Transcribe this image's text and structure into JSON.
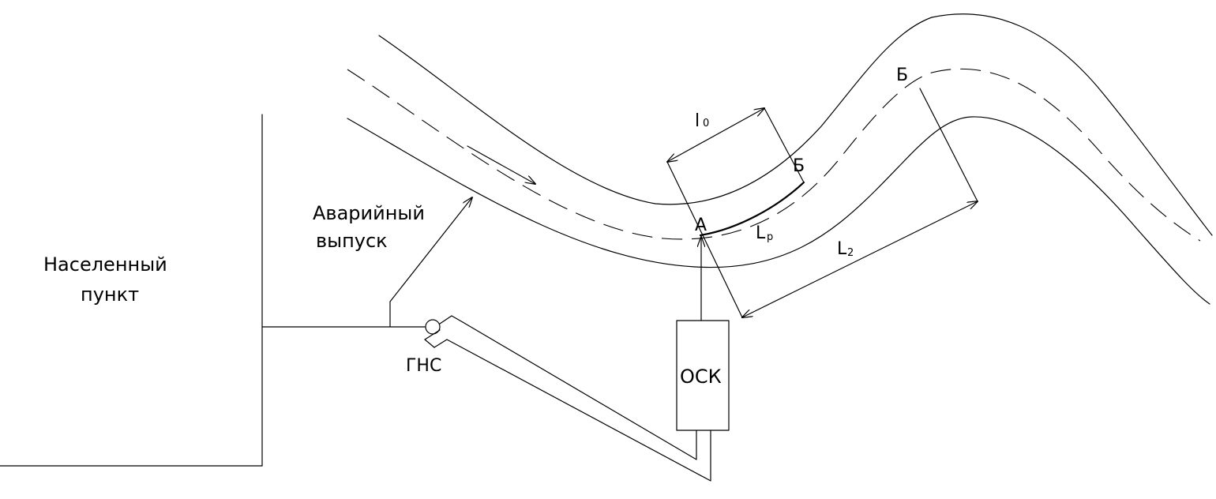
{
  "labels": {
    "settlement_line1": "Населенный",
    "settlement_line2": "пункт",
    "emergency_line1": "Аварийный",
    "emergency_line2": "выпуск",
    "pumping_station": "ГНС",
    "treatment": "ОСК",
    "point_a": "А",
    "point_b_near": "Б",
    "point_b_far": "Б",
    "l0_main": "l",
    "l0_sub": "0",
    "lp_main": "L",
    "lp_sub": "p",
    "l2_main": "L",
    "l2_sub": "2"
  },
  "colors": {
    "ink": "#000000",
    "background": "#ffffff"
  }
}
